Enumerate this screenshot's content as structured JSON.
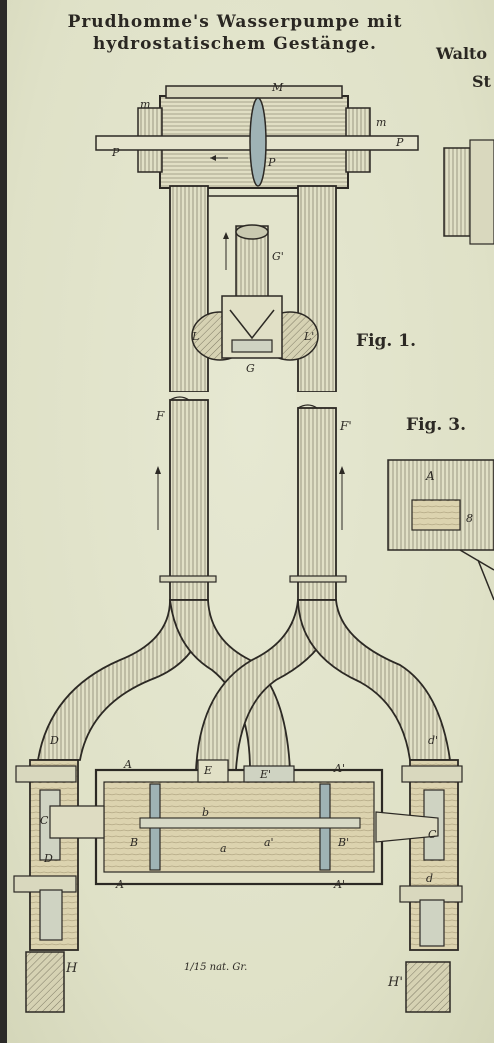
{
  "header": {
    "title_line1": "Prudhomme's Wasserpumpe mit",
    "title_line2": "hydrostatischem Gestänge.",
    "right_title_a": "Walto",
    "right_title_b": "St"
  },
  "figures": {
    "fig1": "Fig. 1.",
    "fig3": "Fig. 3."
  },
  "scale_note": "1/15 nat. Gr.",
  "labels": {
    "M": "M",
    "m_left": "m",
    "m_right": "m",
    "P_left": "P",
    "P_mid": "P",
    "P_right": "P",
    "G_prime": "G'",
    "G": "G",
    "L": "L",
    "L_prime": "L'",
    "F": "F",
    "F_prime": "F'",
    "D": "D",
    "d_prime": "d'",
    "A": "A",
    "A_prime": "A'",
    "A_bottom": "A",
    "A_prime_bottom": "A'",
    "E": "E",
    "E_prime": "E'",
    "b": "b",
    "B": "B",
    "B_prime": "B'",
    "a": "a",
    "a_prime": "a'",
    "C": "C",
    "C_prime": "C'",
    "D_lower": "D",
    "d_lower": "d",
    "H": "H",
    "H_prime": "H'",
    "fig3_A": "A",
    "fig3_8": "8"
  },
  "colors": {
    "paper": "#e3e4cc",
    "ink": "#2c2924",
    "wood": "#dcd2ad",
    "metal": "#cfd3c2"
  }
}
